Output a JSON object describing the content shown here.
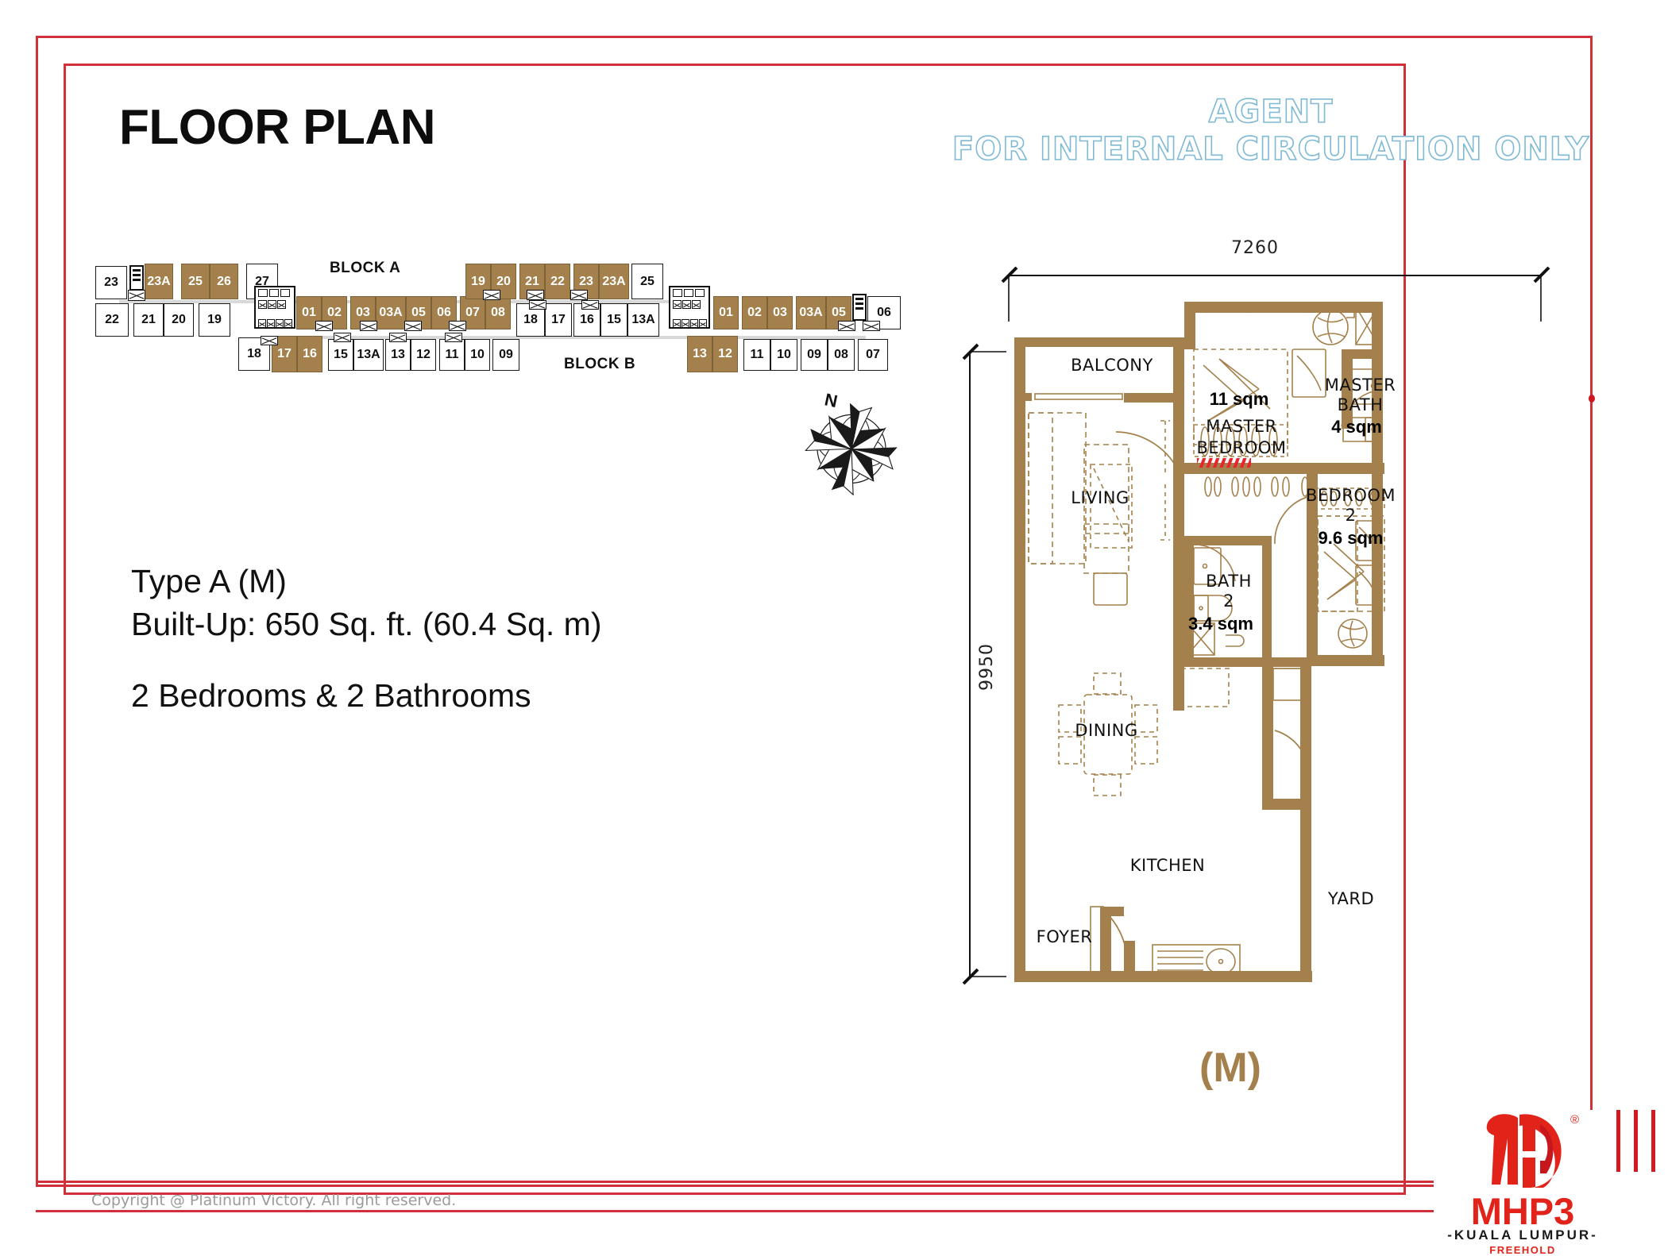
{
  "header": {
    "title": "FLOOR PLAN",
    "watermark_line1": "AGENT",
    "watermark_line2": "FOR INTERNAL CIRCULATION ONLY"
  },
  "spec": {
    "type_line": "Type A (M)",
    "builtup_line": "Built-Up:  650 Sq. ft. (60.4 Sq. m)",
    "rooms_line": "2 Bedrooms & 2 Bathrooms"
  },
  "key_plan": {
    "block_a_label": "BLOCK A",
    "block_b_label": "BLOCK B",
    "compass_label": "N",
    "block_a": {
      "top_left_row": [
        {
          "label": "23",
          "selected": false
        },
        {
          "label": "23A",
          "selected": true
        },
        {
          "label": "25",
          "selected": true
        },
        {
          "label": "26",
          "selected": true
        },
        {
          "label": "27",
          "selected": false
        }
      ],
      "bottom_left_row": [
        {
          "label": "22",
          "selected": false
        },
        {
          "label": "21",
          "selected": false
        },
        {
          "label": "20",
          "selected": false
        },
        {
          "label": "19",
          "selected": false
        }
      ],
      "corridor_top_row": [
        {
          "label": "01",
          "selected": true
        },
        {
          "label": "02",
          "selected": true
        },
        {
          "label": "03",
          "selected": true
        },
        {
          "label": "03A",
          "selected": true
        },
        {
          "label": "05",
          "selected": true
        },
        {
          "label": "06",
          "selected": true
        },
        {
          "label": "07",
          "selected": true
        },
        {
          "label": "08",
          "selected": true
        }
      ],
      "corridor_bottom_row": [
        {
          "label": "18",
          "selected": false
        },
        {
          "label": "17",
          "selected": true
        },
        {
          "label": "16",
          "selected": true
        },
        {
          "label": "15",
          "selected": false
        },
        {
          "label": "13A",
          "selected": false
        },
        {
          "label": "13",
          "selected": false
        },
        {
          "label": "12",
          "selected": false
        },
        {
          "label": "11",
          "selected": false
        },
        {
          "label": "10",
          "selected": false
        },
        {
          "label": "09",
          "selected": false
        }
      ]
    },
    "block_b": {
      "top_row": [
        {
          "label": "19",
          "selected": true
        },
        {
          "label": "20",
          "selected": true
        },
        {
          "label": "21",
          "selected": true
        },
        {
          "label": "22",
          "selected": true
        },
        {
          "label": "23",
          "selected": true
        },
        {
          "label": "23A",
          "selected": true
        },
        {
          "label": "25",
          "selected": false
        }
      ],
      "mid_row": [
        {
          "label": "18",
          "selected": false
        },
        {
          "label": "17",
          "selected": false
        },
        {
          "label": "16",
          "selected": false
        },
        {
          "label": "15",
          "selected": false
        },
        {
          "label": "13A",
          "selected": false
        }
      ],
      "right_top_row": [
        {
          "label": "01",
          "selected": true
        },
        {
          "label": "02",
          "selected": true
        },
        {
          "label": "03",
          "selected": true
        },
        {
          "label": "03A",
          "selected": true
        },
        {
          "label": "05",
          "selected": true
        },
        {
          "label": "06",
          "selected": false
        }
      ],
      "right_bottom_row": [
        {
          "label": "13",
          "selected": true
        },
        {
          "label": "12",
          "selected": true
        },
        {
          "label": "11",
          "selected": false
        },
        {
          "label": "10",
          "selected": false
        },
        {
          "label": "09",
          "selected": false
        },
        {
          "label": "08",
          "selected": false
        },
        {
          "label": "07",
          "selected": false
        }
      ]
    }
  },
  "floor_plan": {
    "unit_type_label": "(M)",
    "dimension_width": "7260",
    "dimension_height": "9950",
    "rooms": [
      {
        "name": "BALCONY",
        "area": ""
      },
      {
        "name": "LIVING",
        "area": ""
      },
      {
        "name": "MASTER BEDROOM",
        "area": "11 sqm"
      },
      {
        "name": "MASTER BATH",
        "area": "4 sqm"
      },
      {
        "name": "BEDROOM 2",
        "area": "9.6 sqm"
      },
      {
        "name": "BATH 2",
        "area": "3.4 sqm"
      },
      {
        "name": "DINING",
        "area": ""
      },
      {
        "name": "KITCHEN",
        "area": ""
      },
      {
        "name": "YARD",
        "area": ""
      },
      {
        "name": "FOYER",
        "area": ""
      }
    ],
    "labels": {
      "balcony": "BALCONY",
      "living": "LIVING",
      "master_bedroom_l1": "MASTER",
      "master_bedroom_l2": "BEDROOM",
      "master_bedroom_area": "11 sqm",
      "master_bath_l1": "MASTER",
      "master_bath_l2": "BATH",
      "master_bath_area": "4 sqm",
      "bedroom2_l1": "BEDROOM",
      "bedroom2_l2": "2",
      "bedroom2_area": "9.6 sqm",
      "bath2_l1": "BATH",
      "bath2_l2": "2",
      "bath2_area": "3.4 sqm",
      "dining": "DINING",
      "kitchen": "KITCHEN",
      "yard": "YARD",
      "foyer": "FOYER"
    }
  },
  "footer": {
    "copyright": "Copyright @ Platinum Victory. All right reserved."
  },
  "logo": {
    "monogram": "MH",
    "registered": "®",
    "name": "MHP3",
    "location": "-KUALA LUMPUR-",
    "tenure": "FREEHOLD"
  },
  "colors": {
    "border_red": "#cf3039",
    "unit_gold": "#a4814c",
    "watermark_blue": "#7fb9d4",
    "logo_red": "#e2231a"
  }
}
